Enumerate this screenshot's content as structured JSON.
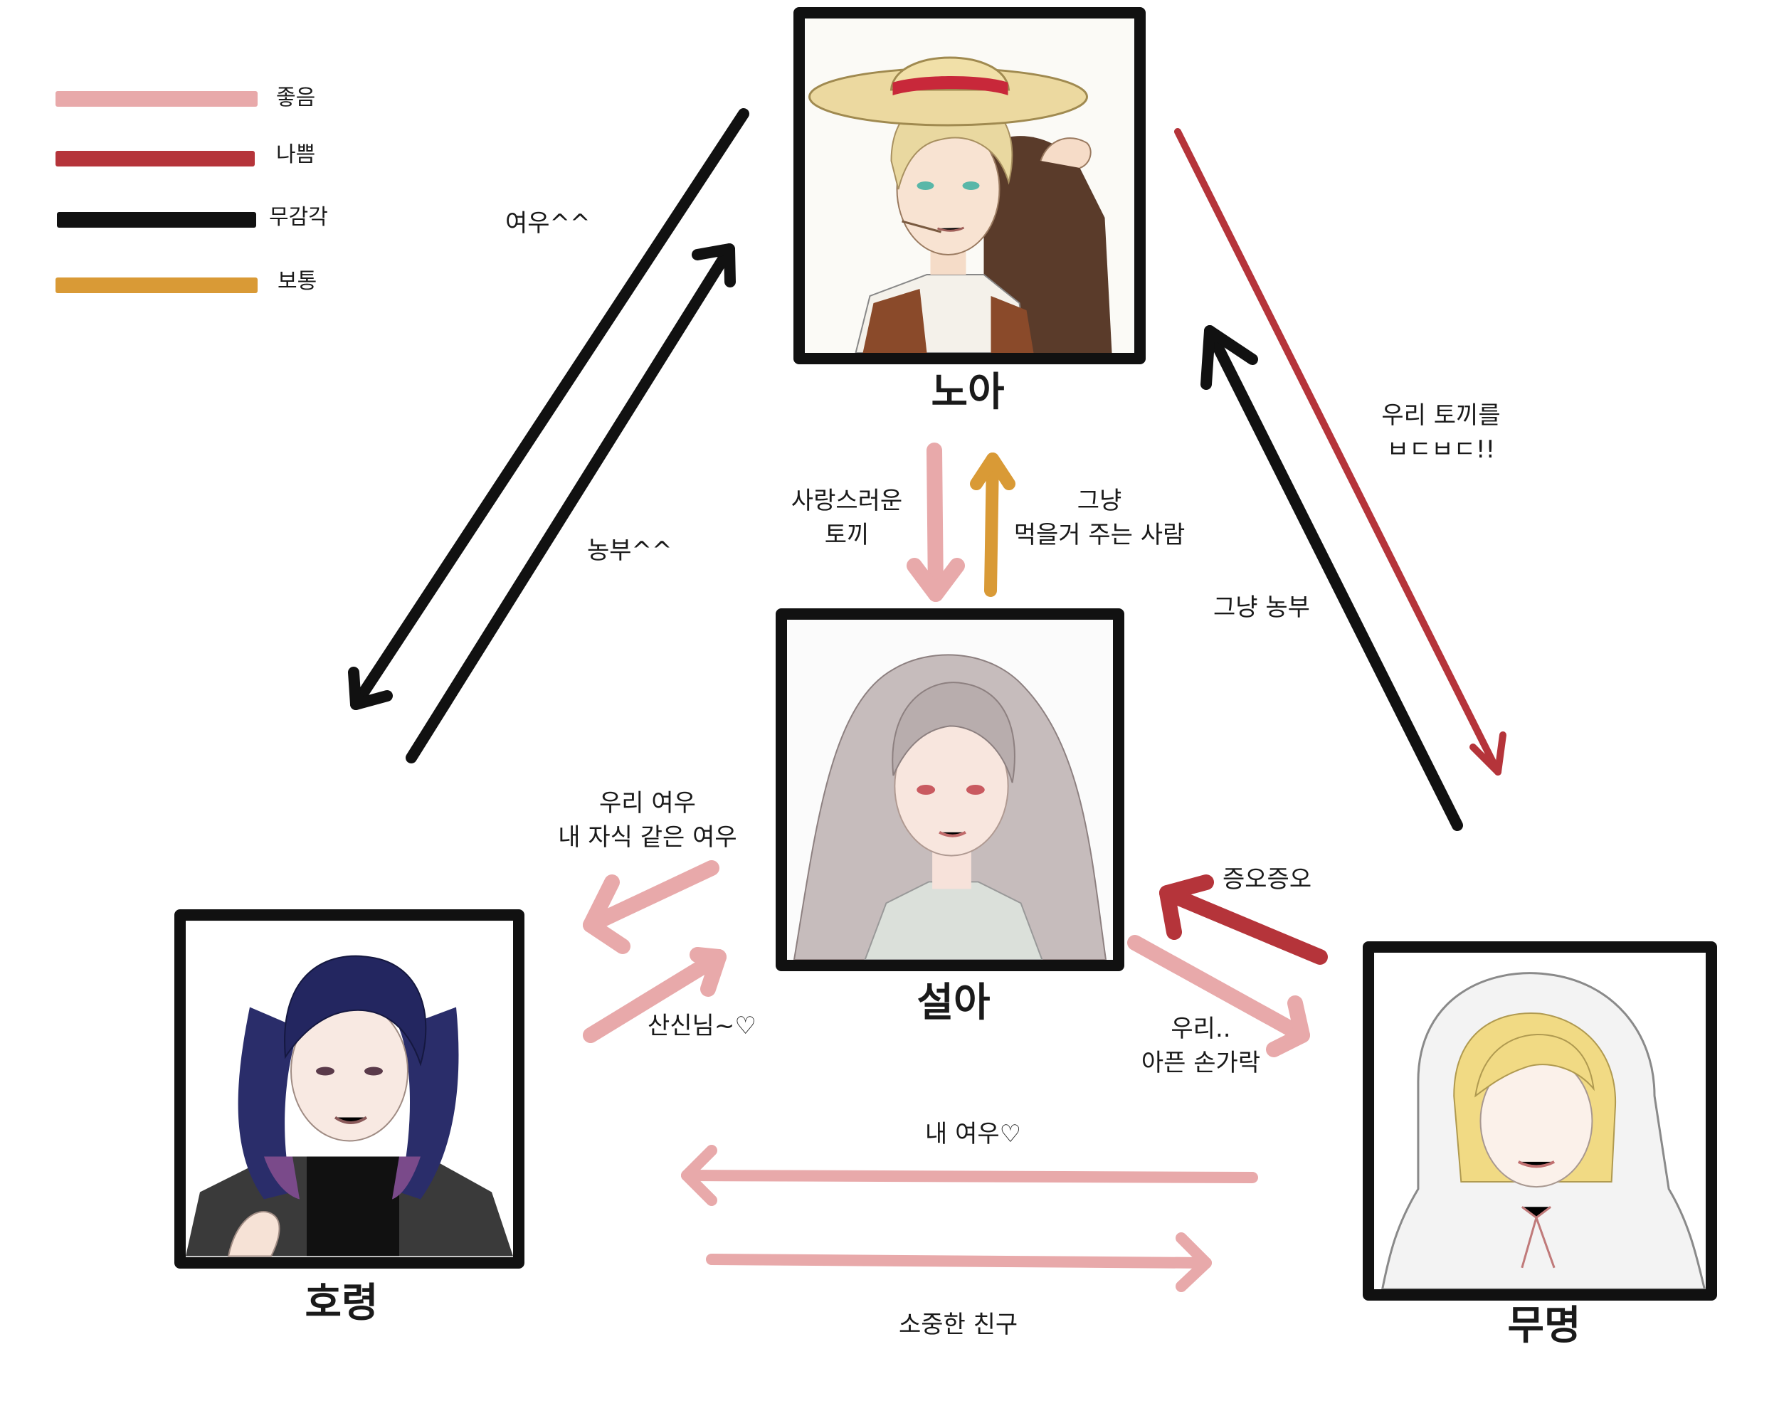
{
  "legend": [
    {
      "label": "좋음",
      "color": "#e8a9aa"
    },
    {
      "label": "나쁨",
      "color": "#b5343a"
    },
    {
      "label": "무감각",
      "color": "#111111"
    },
    {
      "label": "보통",
      "color": "#d99a36"
    }
  ],
  "characters": {
    "noa": {
      "name": "노아"
    },
    "seola": {
      "name": "설아"
    },
    "horyeong": {
      "name": "호령"
    },
    "mumyeong": {
      "name": "무명"
    }
  },
  "relations": {
    "noa_to_horyeong": "여우^^",
    "horyeong_to_noa": "농부^^",
    "noa_to_seola_1": "사랑스러운",
    "noa_to_seola_2": "토끼",
    "seola_to_noa_1": "그냥",
    "seola_to_noa_2": "먹을거 주는 사람",
    "noa_to_mumyeong_1": "우리 토끼를",
    "noa_to_mumyeong_2": "ㅂㄷㅂㄷ!!",
    "mumyeong_to_noa": "그냥 농부",
    "seola_to_horyeong_1": "우리 여우",
    "seola_to_horyeong_2": "내 자식 같은 여우",
    "horyeong_to_seola": "산신님~♡",
    "mumyeong_to_seola": "증오증오",
    "seola_to_mumyeong_1": "우리..",
    "seola_to_mumyeong_2": "아픈 손가락",
    "mumyeong_to_horyeong": "내 여우♡",
    "horyeong_to_mumyeong": "소중한 친구"
  }
}
